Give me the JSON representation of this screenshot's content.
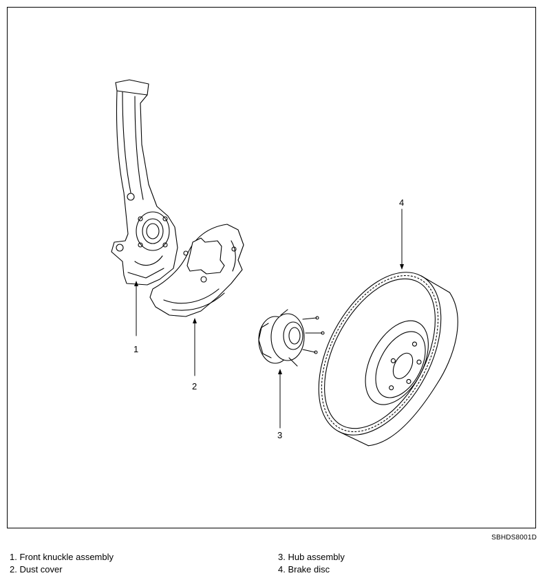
{
  "callouts": [
    "1",
    "2",
    "3",
    "4"
  ],
  "figure_code": "SBHDS8001D",
  "legend": [
    "1. Front knuckle assembly",
    "2. Dust cover",
    "3. Hub assembly",
    "4. Brake disc"
  ]
}
